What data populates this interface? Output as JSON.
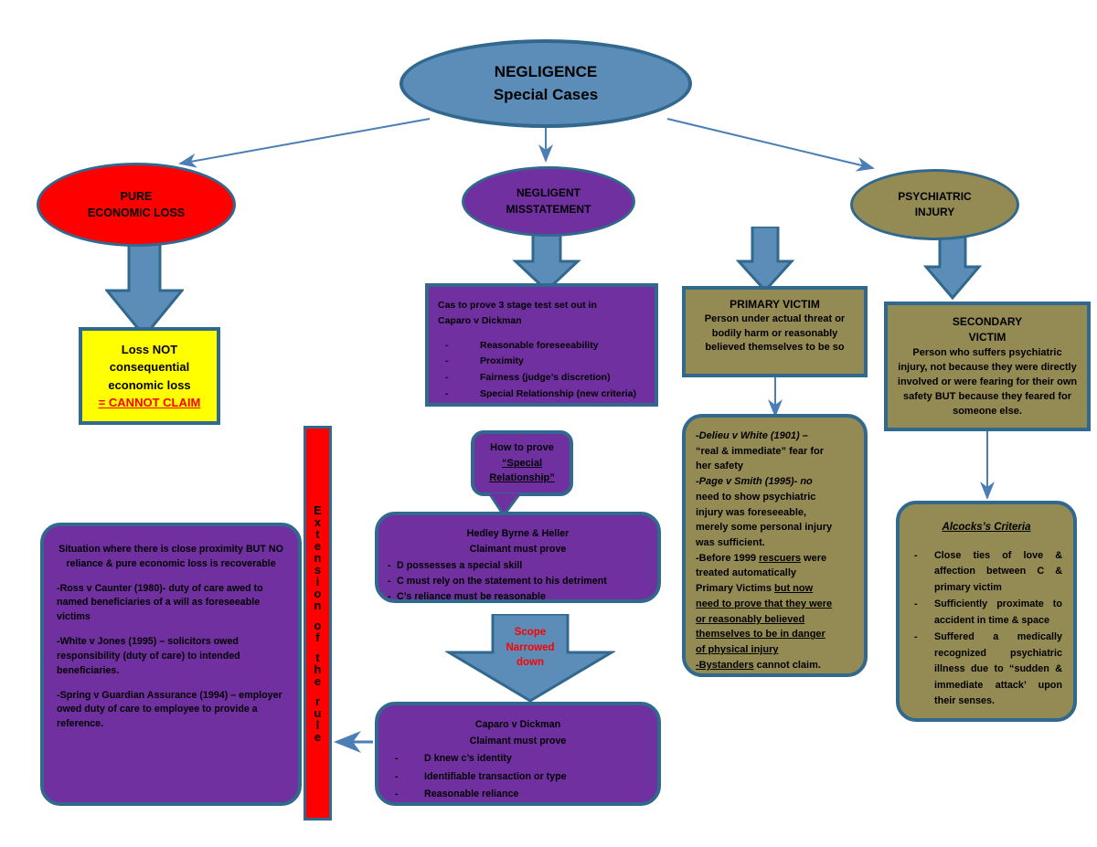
{
  "diagram": {
    "title": "NEGLIGENCE Special Cases"
  },
  "root": {
    "line1": "NEGLIGENCE",
    "line2": "Special Cases"
  },
  "branches": {
    "pure_economic_loss": {
      "line1": "PURE",
      "line2": "ECONOMIC LOSS"
    },
    "negligent_misstatement": {
      "line1": "NEGLIGENT",
      "line2": "MISSTATEMENT"
    },
    "psychiatric_injury": {
      "line1": "PSYCHIATRIC",
      "line2": "INJURY"
    }
  },
  "pure_economic_loss_branch": {
    "outcome_box": {
      "line1": "Loss NOT",
      "line2": "consequential",
      "line3": "economic loss",
      "line4": "= CANNOT CLAIM"
    },
    "extension_bar": {
      "text": "Extension of the rule",
      "letters": [
        "E",
        "x",
        "t",
        "e",
        "n",
        "s",
        "i",
        "o",
        "n",
        "",
        "o",
        "f",
        "",
        "t",
        "h",
        "e",
        "",
        "r",
        "u",
        "l",
        "e"
      ]
    },
    "extension_box": {
      "intro": "Situation where there is close proximity BUT NO reliance & pure economic loss is recoverable",
      "cases": [
        "Ross v Caunter (1980)- duty of care awed to named beneficiaries of a will as foreseeable victims",
        "White v Jones (1995) – solicitors owed responsibility (duty of care) to intended beneficiaries.",
        "Spring v Guardian Assurance (1994) – employer owed duty of care to employee to provide a reference."
      ]
    }
  },
  "negligent_misstatement_branch": {
    "caparo_test_box": {
      "line1": "Cas to prove 3 stage test set out in",
      "line2": "Caparo v Dickman",
      "items": [
        "Reasonable foreseeability",
        "Proximity",
        "Fairness (judge’s discretion)",
        "Special Relationship (new criteria)"
      ]
    },
    "how_to_prove_callout": {
      "line1": "How to prove",
      "line2": "“Special",
      "line3": "Relationship”"
    },
    "hedley_byrne_box": {
      "title1": "Hedley Byrne & Heller",
      "title2": "Claimant must prove",
      "items": [
        "D possesses a special skill",
        "C must rely on the statement to his detriment",
        "C’s reliance must be reasonable"
      ]
    },
    "scope_arrow": {
      "line1": "Scope",
      "line2": "Narrowed",
      "line3": "down"
    },
    "caparo_claim_box": {
      "title1": "Caparo v Dickman",
      "title2": "Claimant must prove",
      "items": [
        "D knew c’s identity",
        "Identifiable transaction or type",
        "Reasonable reliance"
      ]
    }
  },
  "psychiatric_injury_branch": {
    "primary_victim_box": {
      "title": "PRIMARY VICTIM",
      "body": "Person under actual threat or bodily harm or reasonably believed themselves to be so"
    },
    "primary_victim_cases_box": {
      "items": [
        {
          "case": "Delieu v White (1901)",
          "text": " – “real & immediate” fear for her safety"
        },
        {
          "case": "Page v Smith (1995)",
          "text": "- no need to show psychiatric injury was foreseeable, merely some personal injury was sufficient."
        },
        {
          "case": "",
          "text": "-Before 1999 rescuers were treated automatically Primary Victims but now need to prove that they were or reasonably believed themselves to be in danger of physical injury"
        },
        {
          "case": "",
          "text": "-Bystanders cannot claim."
        }
      ],
      "line_1": "-Delieu v White (1901) –",
      "line_2": "“real & immediate” fear for",
      "line_3": "her safety",
      "line_4": "-Page v Smith (1995)- no",
      "line_5": "need to show psychiatric",
      "line_6": "injury was foreseeable,",
      "line_7": "merely some personal injury",
      "line_8": "was sufficient.",
      "line_9": "-Before 1999 ",
      "line_9b": "rescuers",
      "line_9c": " were",
      "line_10": "treated automatically",
      "line_11": "Primary Victims ",
      "line_11b": "but now",
      "line_12": "need to prove that they were",
      "line_13": "or reasonably believed",
      "line_14": "themselves to be in danger",
      "line_15": "of physical injury",
      "line_16": "-Bystanders",
      "line_16b": " cannot claim."
    },
    "secondary_victim_box": {
      "title1": "SECONDARY",
      "title2": "VICTIM",
      "body": "Person who suffers psychiatric injury, not because they were directly involved or were fearing for their own safety BUT because they feared for someone else."
    },
    "alcocks_box": {
      "title": "Alcocks’s Criteria",
      "items": [
        "Close ties of love & affection between C & primary victim",
        "Sufficiently proximate to accident in time & space",
        "Suffered a medically recognized psychiatric illness due to “sudden & immediate attack’ upon their senses."
      ]
    }
  },
  "colors": {
    "root_blue": "#5b8db8",
    "border_blue": "#31688e",
    "arrow_blue": "#4a7eb5",
    "red": "#ff0000",
    "purple": "#7030a0",
    "olive": "#948a54",
    "yellow": "#ffff00",
    "black": "#000000"
  }
}
